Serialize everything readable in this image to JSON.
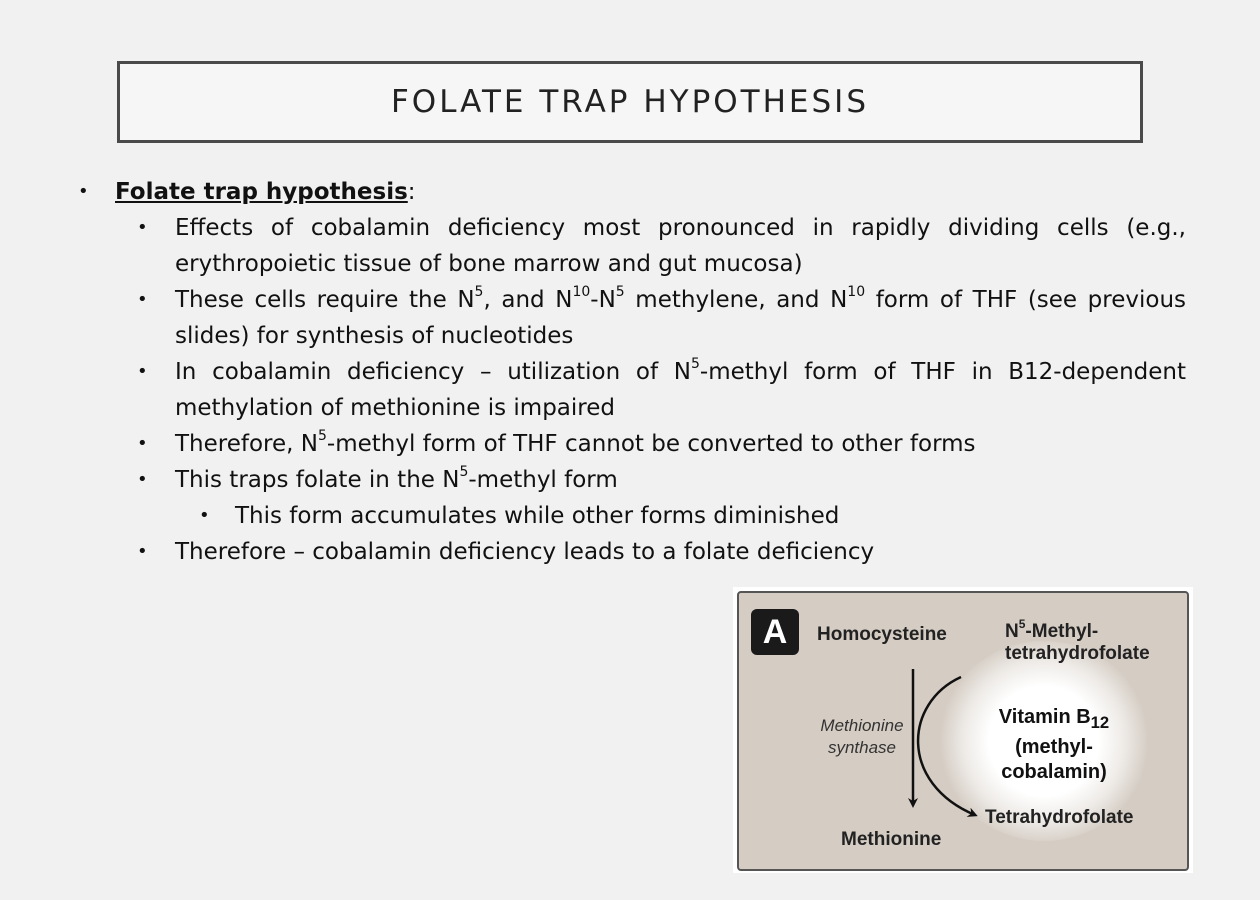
{
  "title": "FOLATE TRAP HYPOTHESIS",
  "bullets": {
    "heading": "Folate trap hypothesis",
    "heading_suffix": ":",
    "b1": "Effects of cobalamin deficiency most pronounced in rapidly dividing cells (e.g., erythropoietic tissue of bone marrow and gut mucosa)",
    "b2": {
      "p1": "These cells require the N",
      "s1": "5",
      "p2": ", and N",
      "s2": "10",
      "p3": "-N",
      "s3": "5",
      "p4": " methylene, and N",
      "s4": "10",
      "p5": " form of THF (see previous slides) for synthesis of nucleotides"
    },
    "b3": {
      "p1": "In cobalamin deficiency – utilization of N",
      "s1": "5",
      "p2": "-methyl form of THF in B12-dependent methylation of methionine is impaired"
    },
    "b4": {
      "p1": "Therefore, N",
      "s1": "5",
      "p2": "-methyl form of THF cannot be converted to other forms"
    },
    "b5": {
      "p1": "This traps folate in the N",
      "s1": "5",
      "p2": "-methyl form"
    },
    "b5a": "This form accumulates while other forms diminished",
    "b6": "Therefore – cobalamin deficiency leads to a folate deficiency"
  },
  "figure": {
    "badge": "A",
    "homocysteine": "Homocysteine",
    "methyl_p1": "N",
    "methyl_s1": "5",
    "methyl_p2": "-Methyl-",
    "methyl_line2": "tetrahydrofolate",
    "enzyme_line1": "Methionine",
    "enzyme_line2": "synthase",
    "vit_p1": "Vitamin B",
    "vit_sub": "12",
    "vit_line2": "(methyl-",
    "vit_line3": "cobalamin)",
    "methionine": "Methionine",
    "thf": "Tetrahydrofolate"
  }
}
